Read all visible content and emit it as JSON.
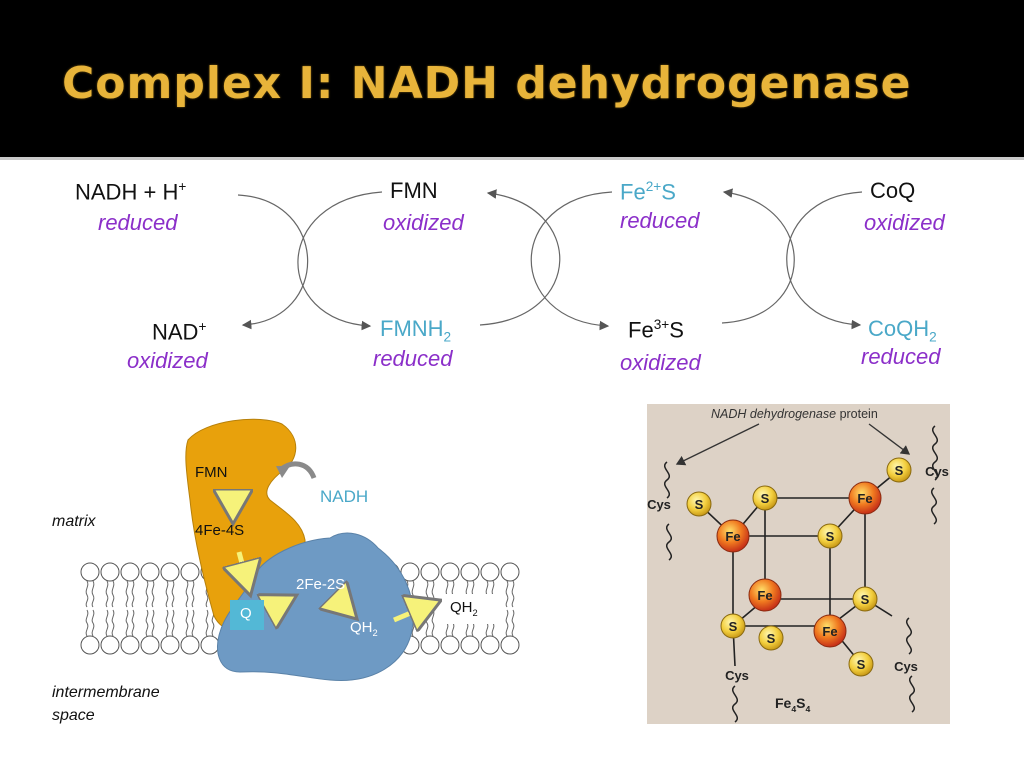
{
  "title": "Complex I:  NADH dehydrogenase",
  "reactions": {
    "nadh": "NADH",
    "plus": "+",
    "h": "H",
    "h_sup": "+",
    "nad": "NAD",
    "nad_sup": "+",
    "fmn": "FMN",
    "fmnh": "FMNH",
    "fmnh_sub": "2",
    "fe2_pre": "Fe",
    "fe2_sup": "2+",
    "fe2_post": "S",
    "fe3_pre": "Fe",
    "fe3_sup": "3+",
    "fe3_post": "S",
    "coq": "CoQ",
    "coqh": "CoQH",
    "coqh_sub": "2",
    "state_reduced": "reduced",
    "state_oxidized": "oxidized"
  },
  "membrane_diagram": {
    "fmn": "FMN",
    "cluster_4fe4s": "4Fe-4S",
    "nadh": "NADH",
    "matrix": "matrix",
    "cluster_2fe2s": "2Fe-2S",
    "q": "Q",
    "qh": "QH",
    "qh_sub": "2",
    "intermembrane_1": "intermembrane",
    "intermembrane_2": "space"
  },
  "cluster_figure": {
    "protein_label_italic": "NADH dehydrogenase",
    "protein_label_plain": "protein",
    "fe": "Fe",
    "s": "S",
    "cys": "Cys",
    "formula_fe": "Fe",
    "formula_fe_sub": "4",
    "formula_s": "S",
    "formula_s_sub": "4"
  },
  "colors": {
    "title": "#e8b43a",
    "blue_species": "#4aa8c8",
    "state_text": "#8b2fc9",
    "fmn_protein": "#e8a10c",
    "fes_protein": "#6e9ac4",
    "q_box": "#53b8d6",
    "figure_bg": "#ddd2c6"
  }
}
